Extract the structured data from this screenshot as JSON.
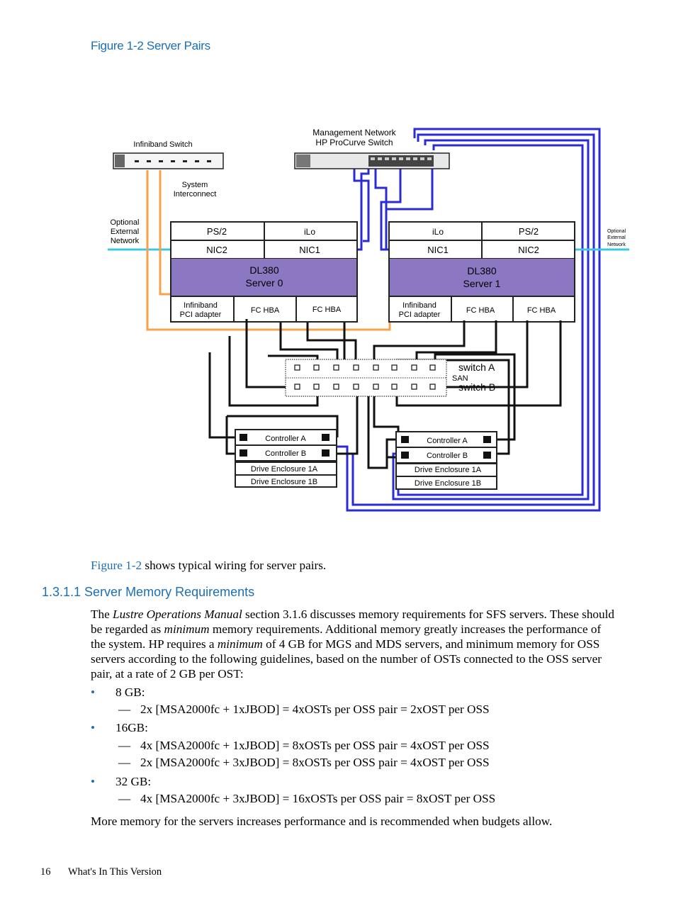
{
  "figure": {
    "title": "Figure 1-2 Server Pairs",
    "labels": {
      "ib_switch": "Infiniband Switch",
      "mgmt_line1": "Management Network",
      "mgmt_line2": "HP ProCurve Switch",
      "sys_line1": "System",
      "sys_line2": "Interconnect",
      "opt_left_1": "Optional",
      "opt_left_2": "External",
      "opt_left_3": "Network",
      "opt_right_1": "Optional",
      "opt_right_2": "External",
      "opt_right_3": "Network",
      "s0_ps2": "PS/2",
      "s0_ilo": "iLo",
      "s0_nic2": "NIC2",
      "s0_nic1": "NIC1",
      "s0_name1": "DL380",
      "s0_name2": "Server 0",
      "s0_ib1": "Infiniband",
      "s0_ib2": "PCI adapter",
      "s0_fc1": "FC HBA",
      "s0_fc2": "FC HBA",
      "s1_ilo": "iLo",
      "s1_ps2": "PS/2",
      "s1_nic1": "NIC1",
      "s1_nic2": "NIC2",
      "s1_name1": "DL380",
      "s1_name2": "Server 1",
      "s1_ib1": "Infiniband",
      "s1_ib2": "PCI adapter",
      "s1_fc1": "FC HBA",
      "s1_fc2": "FC HBA",
      "switch_a": "switch A",
      "switch_b": "switch B",
      "san": "SAN",
      "l_ctrl_a": "Controller A",
      "l_ctrl_b": "Controller B",
      "l_drive_1a": "Drive Enclosure 1A",
      "l_drive_1b": "Drive Enclosure 1B",
      "r_ctrl_a": "Controller A",
      "r_ctrl_b": "Controller B",
      "r_drive_1a": "Drive Enclosure 1A",
      "r_drive_1b": "Drive Enclosure 1B"
    },
    "colors": {
      "orange": "#f5a24a",
      "blue": "#2b2bd6",
      "cyan": "#3fc4e6",
      "purple": "#8c78c2"
    }
  },
  "intro": {
    "link": "Figure 1-2",
    "rest": " shows typical wiring for server pairs."
  },
  "section": {
    "heading": "1.3.1.1 Server Memory Requirements"
  },
  "body": {
    "p1_a": "The ",
    "p1_i1": "Lustre Operations Manual",
    "p1_b": " section 3.1.6 discusses memory requirements for SFS servers. These should be regarded as ",
    "p1_i2": "minimum",
    "p1_c": " memory requirements. Additional memory greatly increases the performance of the system. HP requires a ",
    "p1_i3": "minimum",
    "p1_d": " of 4 GB for MGS and MDS servers, and minimum memory for OSS servers according to the following guidelines, based on the number of OSTs connected to the OSS server pair, at a rate of 2 GB per OST:"
  },
  "list": {
    "bullet_glyph": "•",
    "dash_glyph": "—",
    "b1": "8 GB:",
    "b1_s1": "2x [MSA2000fc + 1xJBOD] = 4xOSTs per OSS pair = 2xOST per OSS",
    "b2": "16GB:",
    "b2_s1": "4x [MSA2000fc + 1xJBOD] = 8xOSTs per OSS pair = 4xOST per OSS",
    "b2_s2": "2x [MSA2000fc + 3xJBOD] = 8xOSTs per OSS pair = 4xOST per OSS",
    "b3": "32 GB:",
    "b3_s1": "4x [MSA2000fc + 3xJBOD] = 16xOSTs per OSS pair = 8xOST per OSS"
  },
  "closing": "More memory for the servers increases performance and is recommended when budgets allow.",
  "footer": {
    "page": "16",
    "section": "What's In This Version"
  }
}
